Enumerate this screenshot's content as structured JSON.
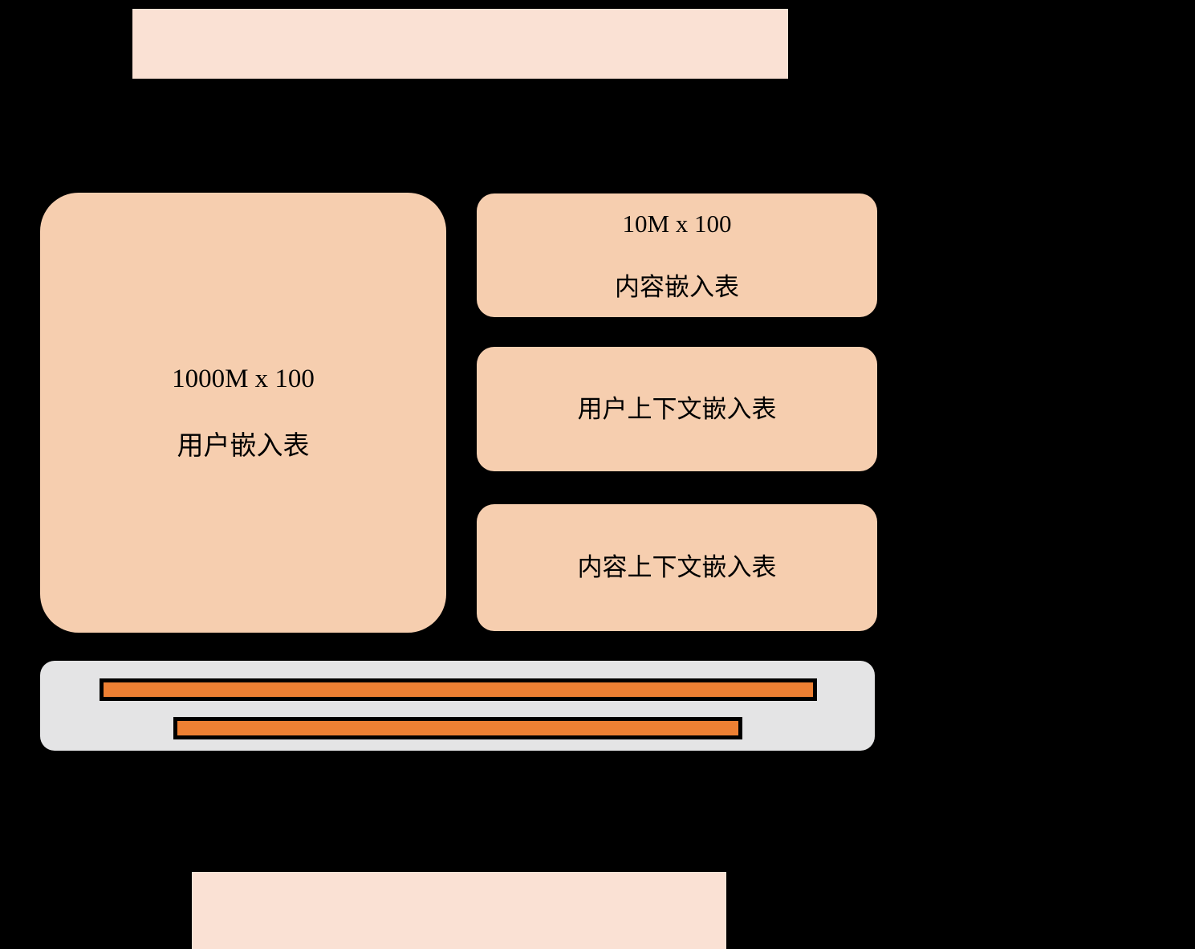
{
  "diagram": {
    "background_color": "#000000",
    "banners": [
      {
        "name": "top-banner",
        "label": "",
        "color": "#fae1d4"
      },
      {
        "name": "bottom-banner",
        "label": "",
        "color": "#fae1d4"
      }
    ],
    "tables": {
      "user_embedding": {
        "size_label": "1000M x 100",
        "name_label": "用户嵌入表",
        "color": "#f6ceaf"
      },
      "content_embedding": {
        "size_label": "10M x 100",
        "name_label": "内容嵌入表",
        "color": "#f6ceaf"
      },
      "user_context_embedding": {
        "size_label": "",
        "name_label": "用户上下文嵌入表",
        "color": "#f6ceaf"
      },
      "content_context_embedding": {
        "size_label": "",
        "name_label": "内容上下文嵌入表",
        "color": "#f6ceaf"
      }
    },
    "memory_panel": {
      "color": "#e4e4e5",
      "bars": [
        {
          "name": "primary-bar",
          "color": "#ed8033",
          "border_color": "#000000"
        },
        {
          "name": "secondary-bar",
          "color": "#ed8033",
          "border_color": "#000000"
        }
      ]
    }
  }
}
